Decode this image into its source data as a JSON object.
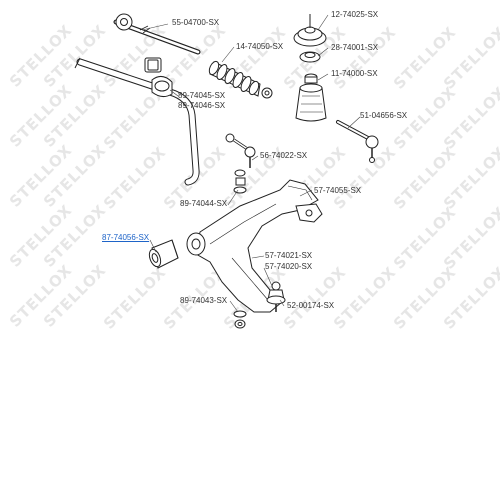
{
  "watermark": "STELLOX",
  "highlight_color": "#1e64c8",
  "parts": [
    {
      "id": "55-04700-SX",
      "label": "55-04700-SX"
    },
    {
      "id": "12-74025-SX",
      "label": "12-74025-SX"
    },
    {
      "id": "14-74050-SX",
      "label": "14-74050-SX"
    },
    {
      "id": "28-74001-SX",
      "label": "28-74001-SX"
    },
    {
      "id": "89-74045-SX",
      "label": "89-74045-SX"
    },
    {
      "id": "89-74046-SX",
      "label": "89-74046-SX"
    },
    {
      "id": "11-74000-SX",
      "label": "11-74000-SX"
    },
    {
      "id": "51-04656-SX",
      "label": "51-04656-SX"
    },
    {
      "id": "56-74022-SX",
      "label": "56-74022-SX"
    },
    {
      "id": "57-74055-SX",
      "label": "57-74055-SX"
    },
    {
      "id": "89-74044-SX",
      "label": "89-74044-SX"
    },
    {
      "id": "87-74056-SX",
      "label": "87-74056-SX",
      "highlighted": true
    },
    {
      "id": "57-74021-SX",
      "label": "57-74021-SX"
    },
    {
      "id": "57-74020-SX",
      "label": "57-74020-SX"
    },
    {
      "id": "89-74043-SX",
      "label": "89-74043-SX"
    },
    {
      "id": "52-00174-SX",
      "label": "52-00174-SX"
    }
  ]
}
